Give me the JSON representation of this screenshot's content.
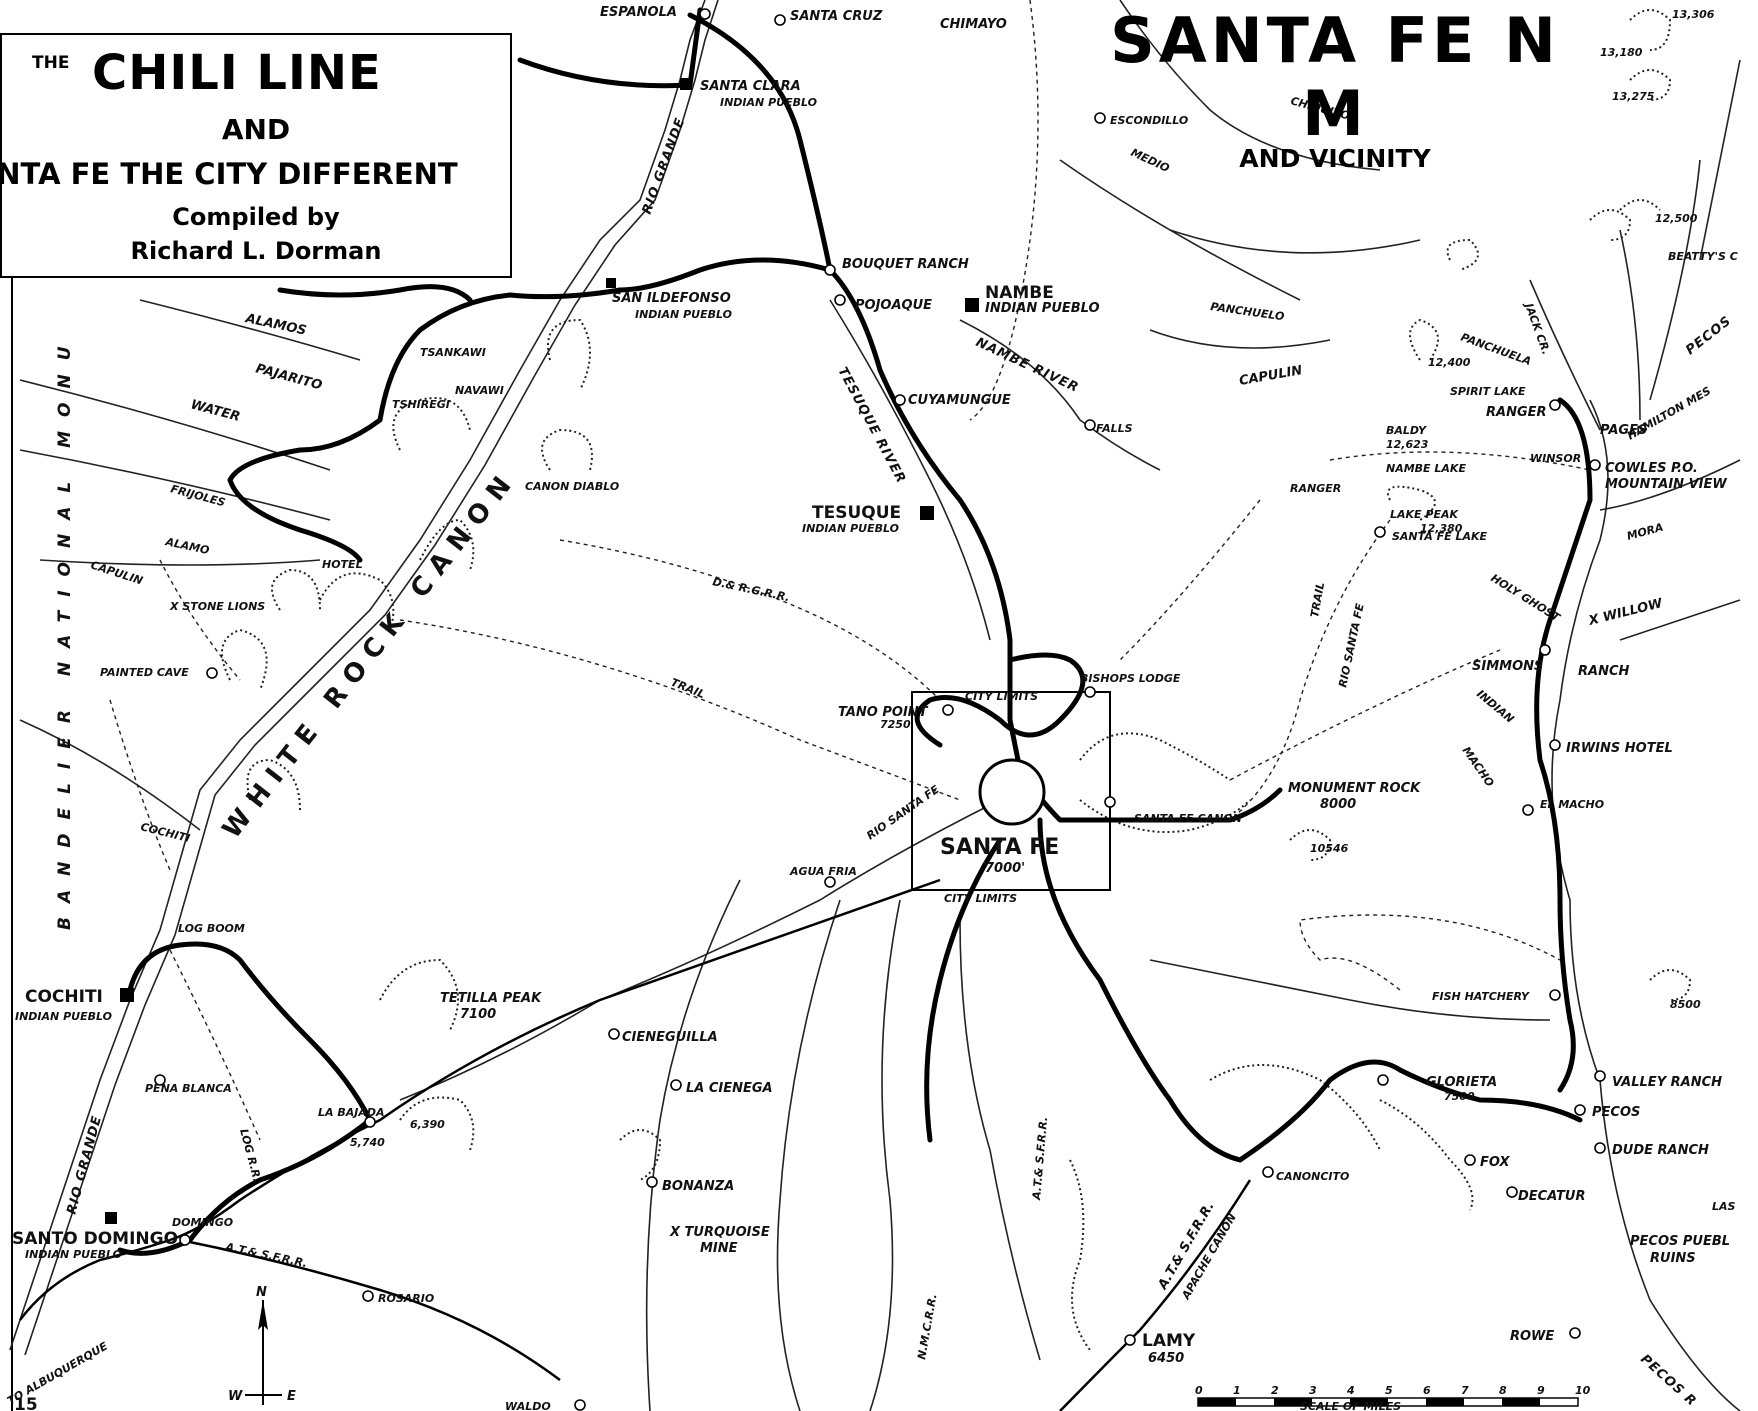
{
  "title_box": {
    "the": "THE",
    "line1": "CHILI LINE",
    "and": "AND",
    "line3": "NTA FE THE CITY DIFFERENT",
    "compiled": "Compiled by",
    "author": "Richard L. Dorman"
  },
  "map_title": {
    "main": "SANTA FE N M",
    "sub": "AND VICINITY"
  },
  "labels": {
    "espanola": "ESPANOLA",
    "santa_cruz": "SANTA CRUZ",
    "chimayo": "CHIMAYO",
    "santa_clara": "SANTA CLARA",
    "santa_clara_sub": "INDIAN PUEBLO",
    "escondillo": "ESCONDILLO",
    "chiquito": "CHIQUITO",
    "medio": "MEDIO",
    "rio_grande_n": "RIO GRANDE",
    "bouquet_ranch": "BOUQUET RANCH",
    "nambe": "NAMBE",
    "nambe_sub": "INDIAN PUEBLO",
    "pojoaque": "POJOAQUE",
    "san_ildefonso": "SAN ILDEFONSO",
    "san_ildefonso_sub": "INDIAN PUEBLO",
    "alamos": "ALAMOS",
    "tsankawi": "TSANKAWI",
    "navawi": "NAVAWI",
    "pajarito": "PAJARITO",
    "tshiregi": "TSHIREGI",
    "water": "WATER",
    "frijoles": "FRIJOLES",
    "alamo": "ALAMO",
    "hotel": "HOTEL",
    "capulin_w": "CAPULIN",
    "stone_lions": "X STONE LIONS",
    "painted_cave": "PAINTED CAVE",
    "canon_diablo": "CANON DIABLO",
    "white_rock_canon": "WHITE ROCK CANON",
    "bandelier": "BANDELIER NATIONAL MONU",
    "cuyamungue": "CUYAMUNGUE",
    "tesuque_river": "TESUQUE RIVER",
    "nambe_river": "NAMBE RIVER",
    "falls": "FALLS",
    "tesuque": "TESUQUE",
    "tesuque_sub": "INDIAN PUEBLO",
    "panchuelo": "PANCHUELO",
    "capulin_e": "CAPULIN",
    "panchuela": "PANCHUELA",
    "jack_cr": "JACK CR.",
    "pecos_n": "PECOS",
    "hamilton": "HAMILTON MES",
    "spirit_lake": "SPIRIT LAKE",
    "baldy": "BALDY",
    "baldy_elev": "12,623",
    "nambe_lake": "NAMBE LAKE",
    "peak_12400": "12,400",
    "peak_12500": "12,500",
    "peak_13306": "13,306",
    "peak_13180": "13,180",
    "peak_13275": "13,275",
    "beattys": "BEATTY'S C",
    "ranger_e": "RANGER",
    "pages": "PAGES",
    "winsor": "WINSOR",
    "cowles": "COWLES P.O.",
    "mountain_view": "MOUNTAIN VIEW",
    "mora": "MORA",
    "holy_ghost": "HOLY GHOST",
    "willow": "X WILLOW",
    "ranger_c": "RANGER",
    "lake_peak": "LAKE PEAK",
    "lake_peak_elev": "12,380",
    "santa_fe_lake": "SANTA FE LAKE",
    "trail_n": "TRAIL",
    "rio_santa_fe_n": "RIO SANTA FE",
    "dargrr": "D.& R.G.R.R.",
    "trail_w": "TRAIL",
    "bishops_lodge": "BISHOPS LODGE",
    "city_limits_n": "CITY LIMITS",
    "tano_point": "TANO POINT",
    "tano_elev": "7250",
    "santa_fe": "SANTA FE",
    "santa_fe_elev": "7000'",
    "city_limits_s": "CITY LIMITS",
    "rio_santa_fe_w": "RIO SANTA FE",
    "agua_fria": "AGUA FRIA",
    "santa_fe_canon": "SANTA FE CANON",
    "monument_rock": "MONUMENT ROCK",
    "monument_elev": "8000",
    "peak_10546": "10546",
    "simmons": "SIMMONS",
    "ranch": "RANCH",
    "indian": "INDIAN",
    "irwins": "IRWINS HOTEL",
    "macho": "MACHO",
    "el_macho": "EL MACHO",
    "fish_hatchery": "FISH HATCHERY",
    "peak_8500": "8500",
    "cochiti": "COCHITI",
    "log_boom": "LOG BOOM",
    "cochiti_town": "COCHITI",
    "cochiti_sub": "INDIAN PUEBLO",
    "tetilla": "TETILLA PEAK",
    "tetilla_elev": "7100",
    "cieneguilla": "CIENEGUILLA",
    "la_cienega": "LA CIENEGA",
    "pena_blanca": "PENA BLANCA",
    "log_rr": "LOG R.R.",
    "la_bajada": "LA BAJADA",
    "la_bajada_elev": "5,740",
    "elev_6390": "6,390",
    "rio_grande_s": "RIO GRANDE",
    "bonanza": "BONANZA",
    "turquoise": "X TURQUOISE",
    "mine": "MINE",
    "domingo": "DOMINGO",
    "santo_domingo": "SANTO DOMINGO",
    "santo_domingo_sub": "INDIAN PUEBLO",
    "atsf_w": "A.T.& S.F.R.R.",
    "rosario": "ROSARIO",
    "to_albuquerque": "TO ALBUQUERQUE",
    "waldo": "WALDO",
    "nmcrr": "N.M.C.R.R.",
    "atsf_c": "A.T.& S.F.R.R.",
    "atsf_e": "A.T.& S.F.R.R.",
    "apache_canon": "APACHE CANON",
    "canoncito": "CANONCITO",
    "glorieta": "GLORIETA",
    "glorieta_elev": "7500",
    "fox": "FOX",
    "decatur": "DECATUR",
    "valley_ranch": "VALLEY RANCH",
    "pecos": "PECOS",
    "dude_ranch": "DUDE RANCH",
    "pecos_ruins": "PECOS PUEBL",
    "ruins": "RUINS",
    "las": "LAS",
    "rowe": "ROWE",
    "pecos_r": "PECOS R",
    "lamy": "LAMY",
    "lamy_elev": "6450",
    "north": "N",
    "west": "W",
    "east": "E",
    "scale_title": "SCALE OF MILES",
    "scale_ticks": [
      "0",
      "1",
      "2",
      "3",
      "4",
      "5",
      "6",
      "7",
      "8",
      "9",
      "10"
    ],
    "corner_15": "15"
  }
}
